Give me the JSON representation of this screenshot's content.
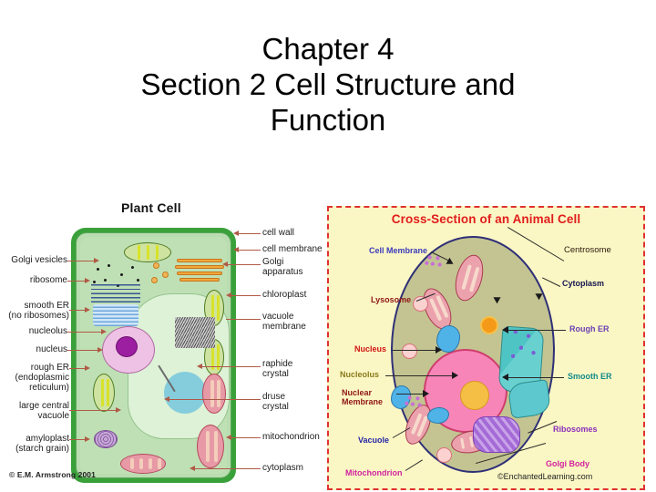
{
  "slide": {
    "title_lines": [
      "Chapter 4",
      "Section 2 Cell Structure and",
      "Function"
    ]
  },
  "plant_cell": {
    "heading": "Plant Cell",
    "copyright": "© E.M. Armstrong 2001",
    "labels_left": [
      {
        "text": "Golgi vesicles"
      },
      {
        "text": "ribosome"
      },
      {
        "text": "smooth ER\n(no ribosomes)"
      },
      {
        "text": "nucleolus"
      },
      {
        "text": "nucleus"
      },
      {
        "text": "rough ER\n(endoplasmic\nreticulum)"
      },
      {
        "text": "large central\nvacuole"
      },
      {
        "text": "amyloplast\n(starch grain)"
      }
    ],
    "labels_right": [
      {
        "text": "cell wall"
      },
      {
        "text": "cell membrane"
      },
      {
        "text": "Golgi\napparatus"
      },
      {
        "text": "chloroplast"
      },
      {
        "text": "vacuole\nmembrane"
      },
      {
        "text": "raphide\ncrystal"
      },
      {
        "text": "druse\ncrystal"
      },
      {
        "text": "mitochondrion"
      },
      {
        "text": "cytoplasm"
      }
    ]
  },
  "animal_cell": {
    "heading": "Cross-Section of an Animal Cell",
    "credit": "©EnchantedLearning.com",
    "labels_left": [
      {
        "text": "Cell Membrane",
        "color": "#3b3bbb"
      },
      {
        "text": "Lysosome",
        "color": "#8e1616"
      },
      {
        "text": "Nucleus",
        "color": "#d01414"
      },
      {
        "text": "Nucleolus",
        "color": "#8a7a1c"
      },
      {
        "text": "Nuclear\nMembrane",
        "color": "#8e1616"
      },
      {
        "text": "Vacuole",
        "color": "#2525a8"
      },
      {
        "text": "Mitochondrion",
        "color": "#d0249e"
      }
    ],
    "labels_right": [
      {
        "text": "Centrosome",
        "color": "#2a1a0a"
      },
      {
        "text": "Cytoplasm",
        "color": "#141450"
      },
      {
        "text": "Rough ER",
        "color": "#6a3fb5"
      },
      {
        "text": "Smooth ER",
        "color": "#128a8a"
      },
      {
        "text": "Ribosomes",
        "color": "#8a2fbc"
      },
      {
        "text": "Golgi Body",
        "color": "#d0249e"
      }
    ]
  },
  "colors": {
    "title_text": "#000000",
    "animal_panel_bg": "#fbf7c4",
    "animal_border": "#e03030",
    "animal_heading": "#e11c1c",
    "plant_wall": "#3aa13a",
    "plant_cytoplasm": "#bfe0b5",
    "animal_cytoplasm": "#c3c491",
    "animal_membrane": "#2f2f78",
    "animal_nucleus": "#f785b8",
    "animal_nucleolus": "#f5bf45"
  }
}
